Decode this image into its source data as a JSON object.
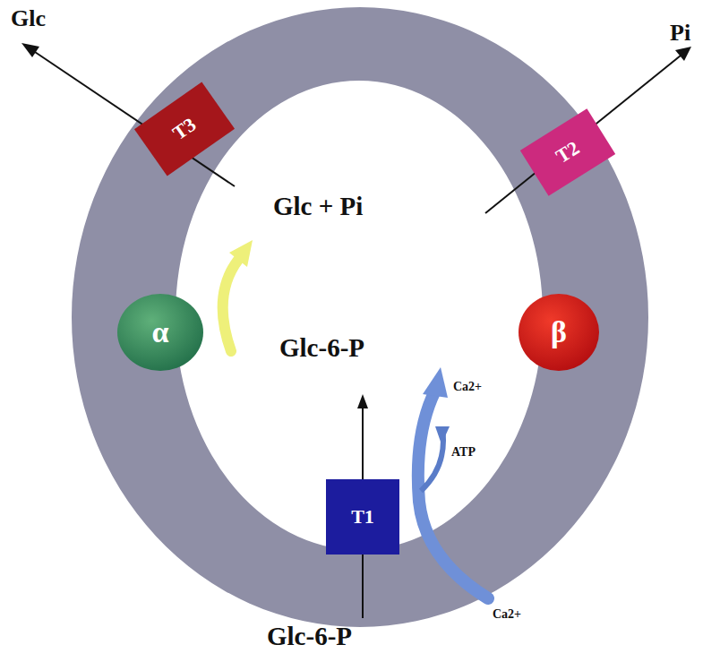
{
  "diagram": {
    "nodes": [
      {
        "text": [
          "T3"
        ]
      },
      {
        "text": [
          "T2"
        ]
      },
      {
        "text": [
          "α"
        ]
      },
      {
        "text": [
          "β"
        ]
      },
      {
        "text": [
          "T1"
        ]
      }
    ],
    "labels": [
      "Glc",
      "Pi",
      "Glc + Pi",
      "Glc-6-P",
      "Ca2+",
      "ATP",
      "Ca2+",
      "Glc-6-P"
    ]
  }
}
